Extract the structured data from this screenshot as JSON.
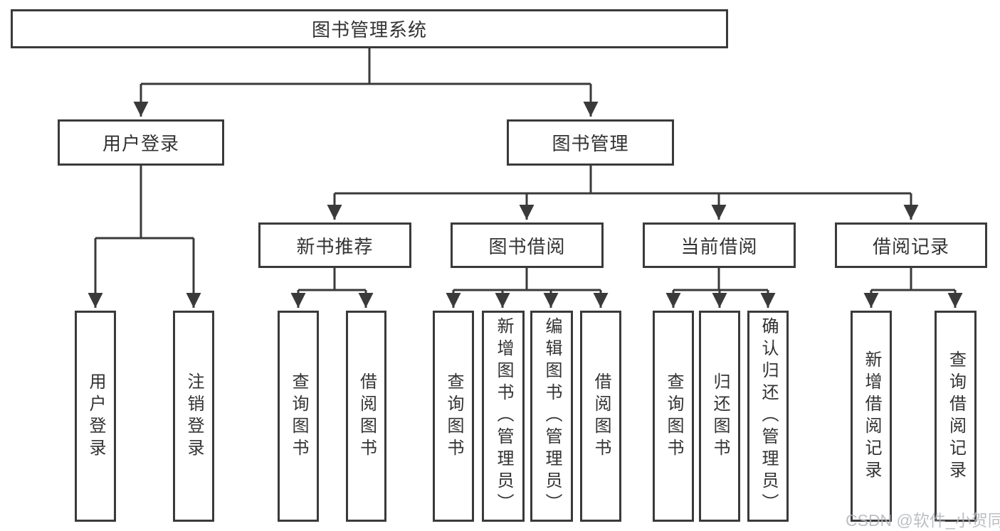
{
  "diagram": {
    "title": "图书管理系统",
    "colors": {
      "line": "#3a3a3a",
      "box_border": "#3a3a3a",
      "box_fill": "#ffffff",
      "text": "#333333",
      "watermark": "#b2b5ba",
      "background": "#ffffff"
    },
    "user_login": {
      "label": "用户登录",
      "children": [
        "用户登录",
        "注销登录"
      ]
    },
    "book_mgmt": {
      "label": "图书管理",
      "sections": [
        {
          "label": "新书推荐",
          "children": [
            "查询图书",
            "借阅图书"
          ]
        },
        {
          "label": "图书借阅",
          "children": [
            "查询图书",
            "新增图书（管理员）",
            "编辑图书（管理员）",
            "借阅图书"
          ]
        },
        {
          "label": "当前借阅",
          "children": [
            "查询图书",
            "归还图书",
            "确认归还（管理员）"
          ]
        },
        {
          "label": "借阅记录",
          "children": [
            "新增借阅记录",
            "查询借阅记录"
          ]
        }
      ]
    },
    "watermark": "CSDN @软件_小贺同学"
  }
}
